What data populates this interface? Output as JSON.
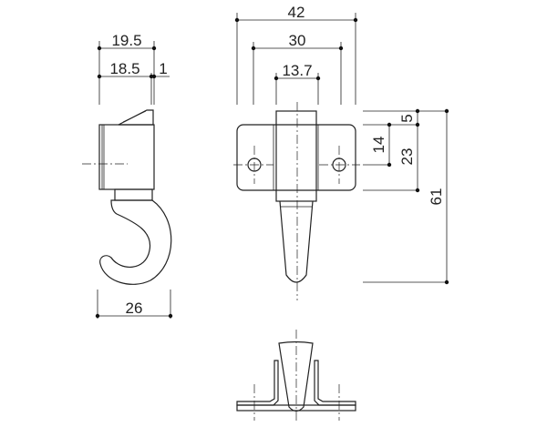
{
  "drawing": {
    "side_view": {
      "dims": {
        "total_depth": "19.5",
        "body_depth": "18.5",
        "lip": "1",
        "hook_width": "26"
      }
    },
    "front_view": {
      "dims": {
        "width": "42",
        "hole_pitch": "30",
        "column_width": "13.7",
        "top_offset": "5",
        "hole_height": "14",
        "plate_height": "23",
        "total_height": "61"
      }
    },
    "colors": {
      "line": "#222222",
      "background": "#ffffff"
    }
  }
}
